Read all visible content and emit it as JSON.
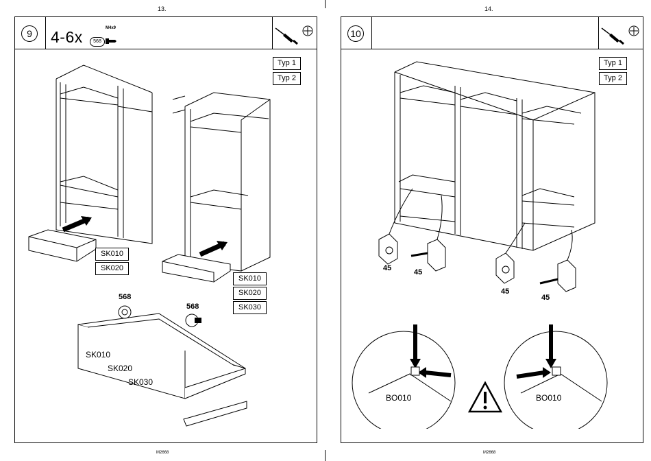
{
  "left": {
    "page_number": "13.",
    "step": "9",
    "quantity": "4-6x",
    "part_number": "568",
    "screw_spec": "M4x9",
    "types": [
      "Typ 1",
      "Typ 2"
    ],
    "labels_a": [
      "SK010",
      "SK020"
    ],
    "labels_b": [
      "SK010",
      "SK020",
      "SK030"
    ],
    "detail_parts": [
      "568",
      "568"
    ],
    "detail_labels": [
      "SK010",
      "SK020",
      "SK030"
    ],
    "footer": "M2668"
  },
  "right": {
    "page_number": "14.",
    "step": "10",
    "types": [
      "Typ 1",
      "Typ 2"
    ],
    "counts": [
      "45",
      "45",
      "45",
      "45"
    ],
    "detail_labels": [
      "BO010",
      "BO010"
    ],
    "footer": "M2668"
  },
  "icons": [
    "screwdriver-icon",
    "phillips-icon",
    "warning-icon"
  ]
}
